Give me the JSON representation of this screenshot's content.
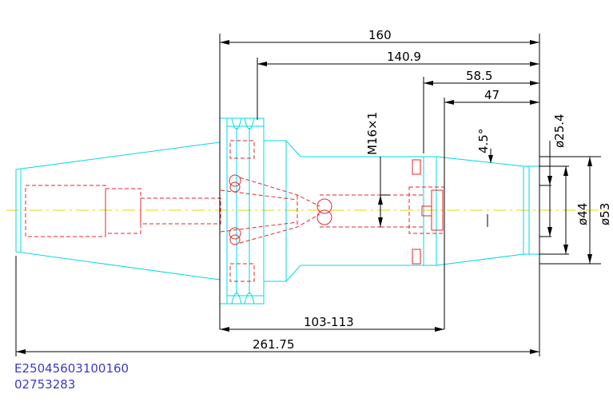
{
  "dimensions": {
    "overall_length": "261.75",
    "length_160": "160",
    "length_140_9": "140.9",
    "length_58_5": "58.5",
    "length_47": "47",
    "adjust_range": "103-113",
    "thread": "M16×1",
    "taper_angle": "4.5°",
    "dia_25_4": "ø25.4",
    "dia_44": "ø44",
    "dia_53": "ø53"
  },
  "codes": {
    "line1": "E25045603100160",
    "line2": "02753283"
  },
  "colors": {
    "outline": "#00d8e8",
    "hidden": "#e8262a",
    "centerline": "#e8d400",
    "dimension": "#000000",
    "code_text": "#3a3ac8"
  }
}
